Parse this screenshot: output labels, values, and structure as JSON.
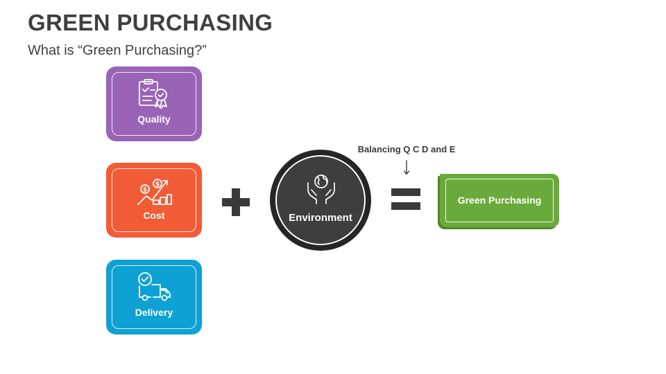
{
  "header": {
    "title": "GREEN PURCHASING",
    "subtitle": "What is “Green Purchasing?”"
  },
  "cards": [
    {
      "label": "Quality",
      "color": "#9963b6",
      "icon": "quality-certificate-icon"
    },
    {
      "label": "Cost",
      "color": "#f15b35",
      "icon": "cost-growth-icon"
    },
    {
      "label": "Delivery",
      "color": "#0ea1d4",
      "icon": "delivery-truck-icon"
    }
  ],
  "operators": {
    "plus": "plus-icon",
    "equals": "equals-icon"
  },
  "environment": {
    "label": "Environment",
    "icon": "hands-globe-icon",
    "color": "#3e3e3e"
  },
  "annotation": "Balancing Q C D and E",
  "result": {
    "label": "Green Purchasing",
    "color": "#6aaa3a"
  }
}
